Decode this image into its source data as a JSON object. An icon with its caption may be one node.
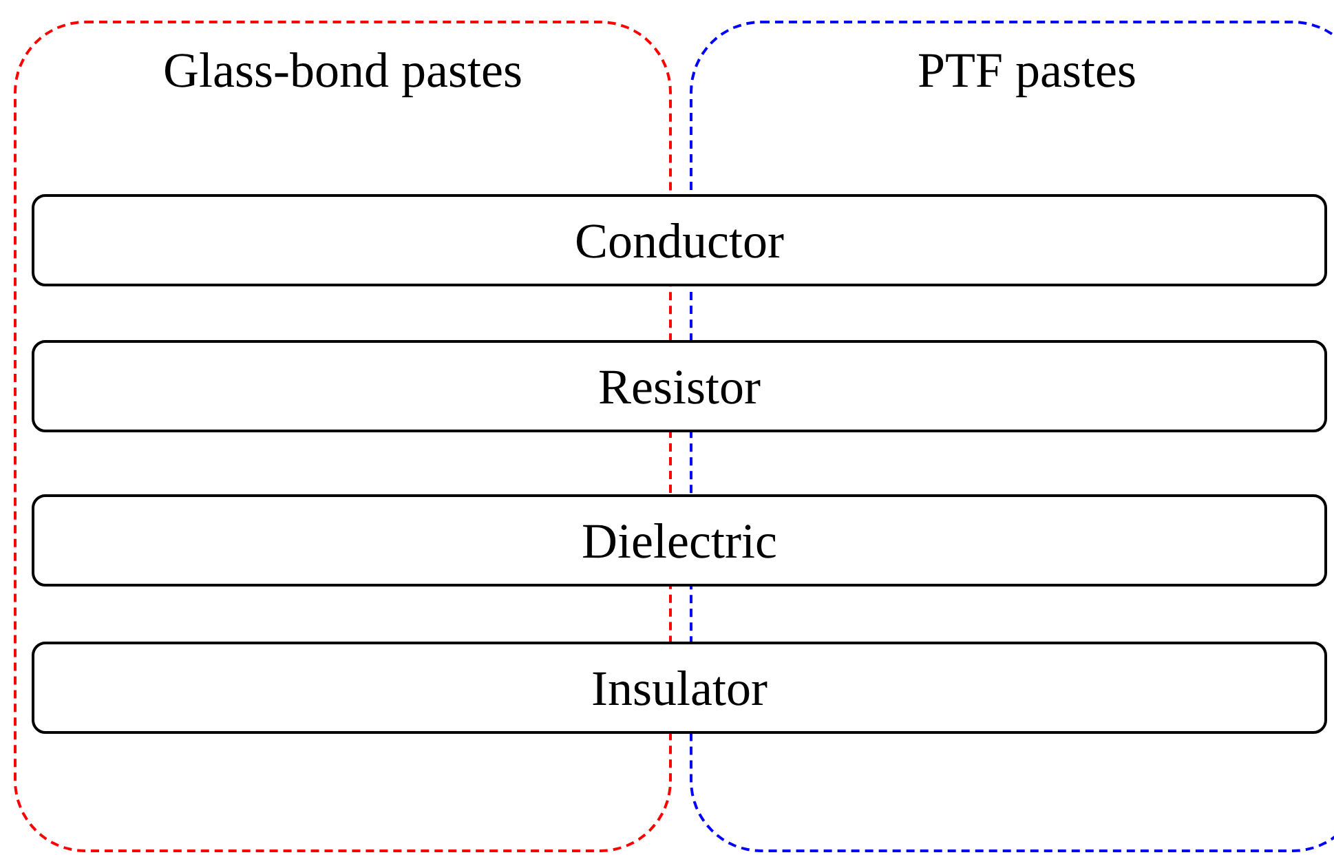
{
  "diagram": {
    "nodes": [
      {
        "text": [
          "Glass-bond pastes"
        ]
      },
      {
        "text": [
          "PTF pastes"
        ]
      },
      {
        "text": [
          "Conductor"
        ]
      },
      {
        "text": [
          "Resistor"
        ]
      },
      {
        "text": [
          "Dielectric"
        ]
      },
      {
        "text": [
          "Insulator"
        ]
      }
    ]
  }
}
